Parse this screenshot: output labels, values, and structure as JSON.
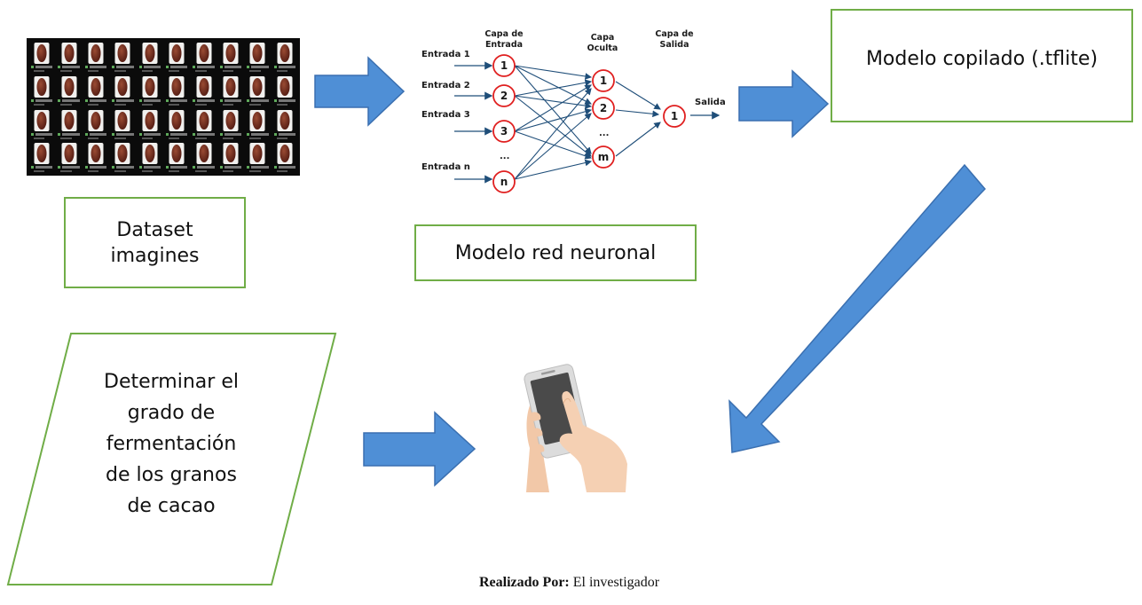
{
  "boxes": {
    "dataset": "Dataset imagines",
    "nn_model": "Modelo red neuronal",
    "compiled": "Modelo copilado (.tflite)",
    "determine_line1": "Determinar el",
    "determine_line2": "grado de",
    "determine_line3": "fermentación",
    "determine_line4": "de los granos",
    "determine_line5": "de cacao"
  },
  "network": {
    "input_layer": [
      "Capa de",
      "Entrada"
    ],
    "hidden_layer": [
      "Capa",
      "Oculta"
    ],
    "output_layer": [
      "Capa de",
      "Salida"
    ],
    "inputs": [
      "Entrada 1",
      "Entrada 2",
      "Entrada 3",
      "Entrada n"
    ],
    "input_nodes": [
      "1",
      "2",
      "3",
      "n"
    ],
    "hidden_nodes": [
      "1",
      "2",
      "m"
    ],
    "output_node": "1",
    "output_label": "Salida",
    "ellipsis": "..."
  },
  "footer": {
    "label": "Realizado Por:",
    "value": "El investigador"
  },
  "colors": {
    "arrow_fill": "#4f8fd6",
    "arrow_stroke": "#3a6fb0",
    "box_border": "#70ad47",
    "node": "#e02020",
    "nn_arrow": "#1f4e79"
  },
  "icons": {
    "dataset": "image-grid",
    "device": "smartphone-touch-icon"
  }
}
